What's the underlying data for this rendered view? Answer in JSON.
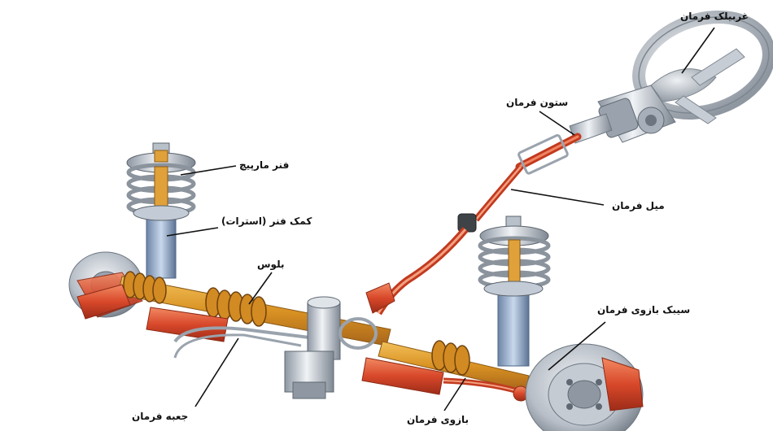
{
  "labels": {
    "steering_wheel": "غربیلک فرمان",
    "steering_column": "ستون فرمان",
    "coil_spring": "فنر مارپیچ",
    "shock_absorber": "کمک فنر (استرات)",
    "steering_shaft": "میل فرمان",
    "bellows": "بلوس",
    "steering_knuckle": "سیبک بازوی فرمان",
    "steering_box": "جعبه فرمان",
    "steering_arm": "بازوی فرمان"
  },
  "colors": {
    "rack": "#e09a2a",
    "red_parts": "#e0552e",
    "chrome": "#b9c2cc",
    "blue_strut": "#9fb6d3",
    "leader": "#111111"
  }
}
